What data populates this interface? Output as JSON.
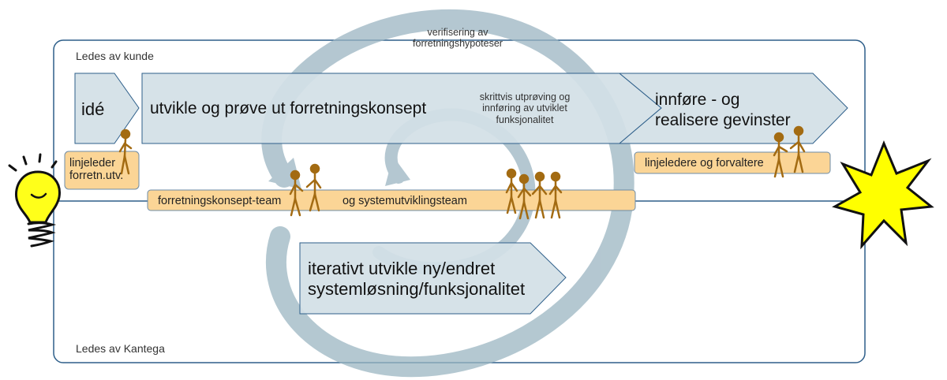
{
  "regions": {
    "top_label": "Ledes av kunde",
    "bottom_label": "Ledes av Kantega"
  },
  "cycle": {
    "label": "verifisering av\nforretningshypoteser"
  },
  "phases": {
    "idea": "idé",
    "develop": "utvikle og prøve ut forretningskonsept",
    "develop_note": "skrittvis utprøving og\ninnføring av utviklet\nfunksjonalitet",
    "implement": "innføre - og\nrealisere gevinster",
    "iterate": "iterativt utvikle ny/endret\nsystemløsning/funksjonalitet"
  },
  "roles": {
    "line_manager": "linjeleder\nforretn.utv.",
    "line_managers_admins": "linjeledere og forvaltere",
    "concept_team": "forretningskonsept-team",
    "system_team": "og systemutviklingsteam"
  },
  "colors": {
    "frame": "#2e5f8a",
    "arrow_fill": "#d3dfe6",
    "arrow_stroke": "#2e5f8a",
    "role_fill": "#fbd596",
    "swirl": "#9bb5c2",
    "figure": "#a36b12",
    "bulb": "#ffff1a",
    "star": "#ffff00"
  },
  "icons": [
    "light-bulb-icon",
    "explosion-star-icon",
    "person-icon",
    "cycle-arrow-icon"
  ]
}
